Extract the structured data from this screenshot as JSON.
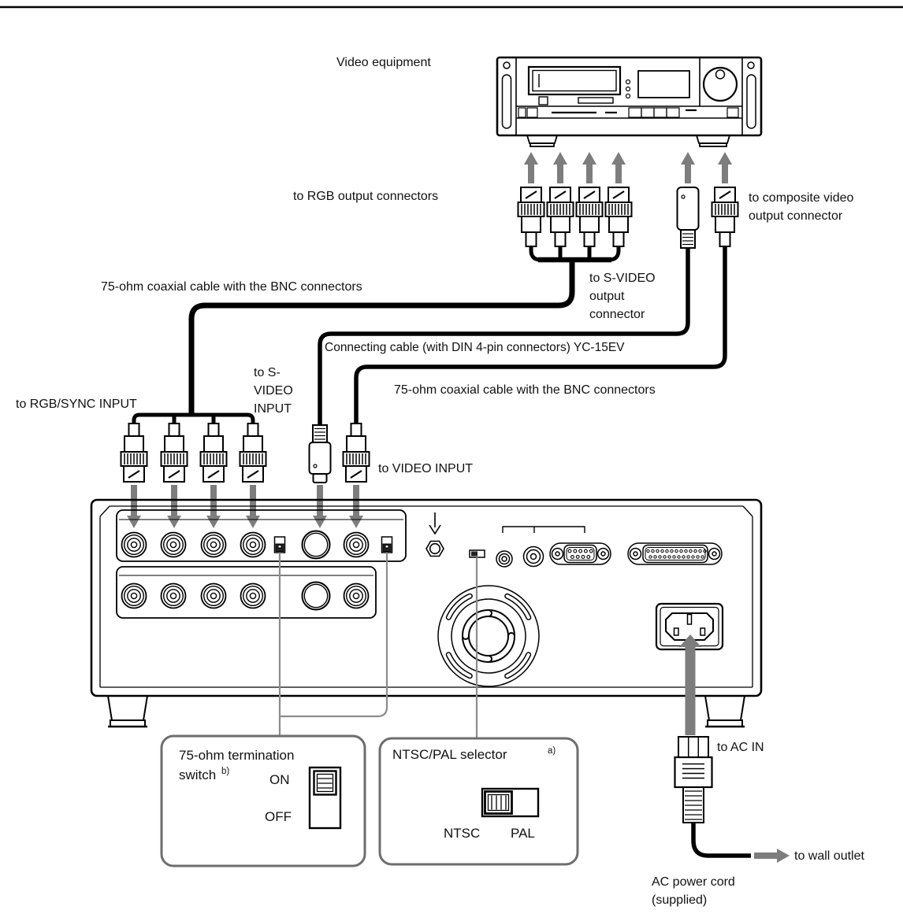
{
  "labels": {
    "video_equipment": "Video equipment",
    "to_rgb_output": "to RGB output connectors",
    "to_composite_line1": "to composite video",
    "to_composite_line2": "output connector",
    "coax_cable_top": "75-ohm coaxial cable with the BNC connectors",
    "to_svideo_out_line1": "to S-VIDEO",
    "to_svideo_out_line2": "output",
    "to_svideo_out_line3": "connector",
    "connecting_cable": "Connecting cable (with DIN 4-pin connectors) YC-15EV",
    "to_rgb_sync_input": "to RGB/SYNC INPUT",
    "to_svideo_in_line1": "to S-",
    "to_svideo_in_line2": "VIDEO",
    "to_svideo_in_line3": "INPUT",
    "coax_cable_bottom": "75-ohm coaxial cable with the BNC connectors",
    "to_video_input": "to VIDEO INPUT",
    "to_ac_in": "to AC IN",
    "to_wall_outlet": "to wall outlet",
    "ac_power_cord_line1": "AC power cord",
    "ac_power_cord_line2": "(supplied)"
  },
  "callouts": {
    "termination": {
      "label_line1": "75-ohm termination",
      "label_line2": "switch",
      "superscript": "b)",
      "on": "ON",
      "off": "OFF"
    },
    "ntsc_pal": {
      "label": "NTSC/PAL selector",
      "superscript": "a)",
      "ntsc": "NTSC",
      "pal": "PAL"
    }
  },
  "colors": {
    "line_black": "#000000",
    "arrow_gray": "#7d7d7d",
    "leader_gray": "#8c8c8c",
    "callout_border": "#6e6e6e",
    "background": "#ffffff"
  }
}
